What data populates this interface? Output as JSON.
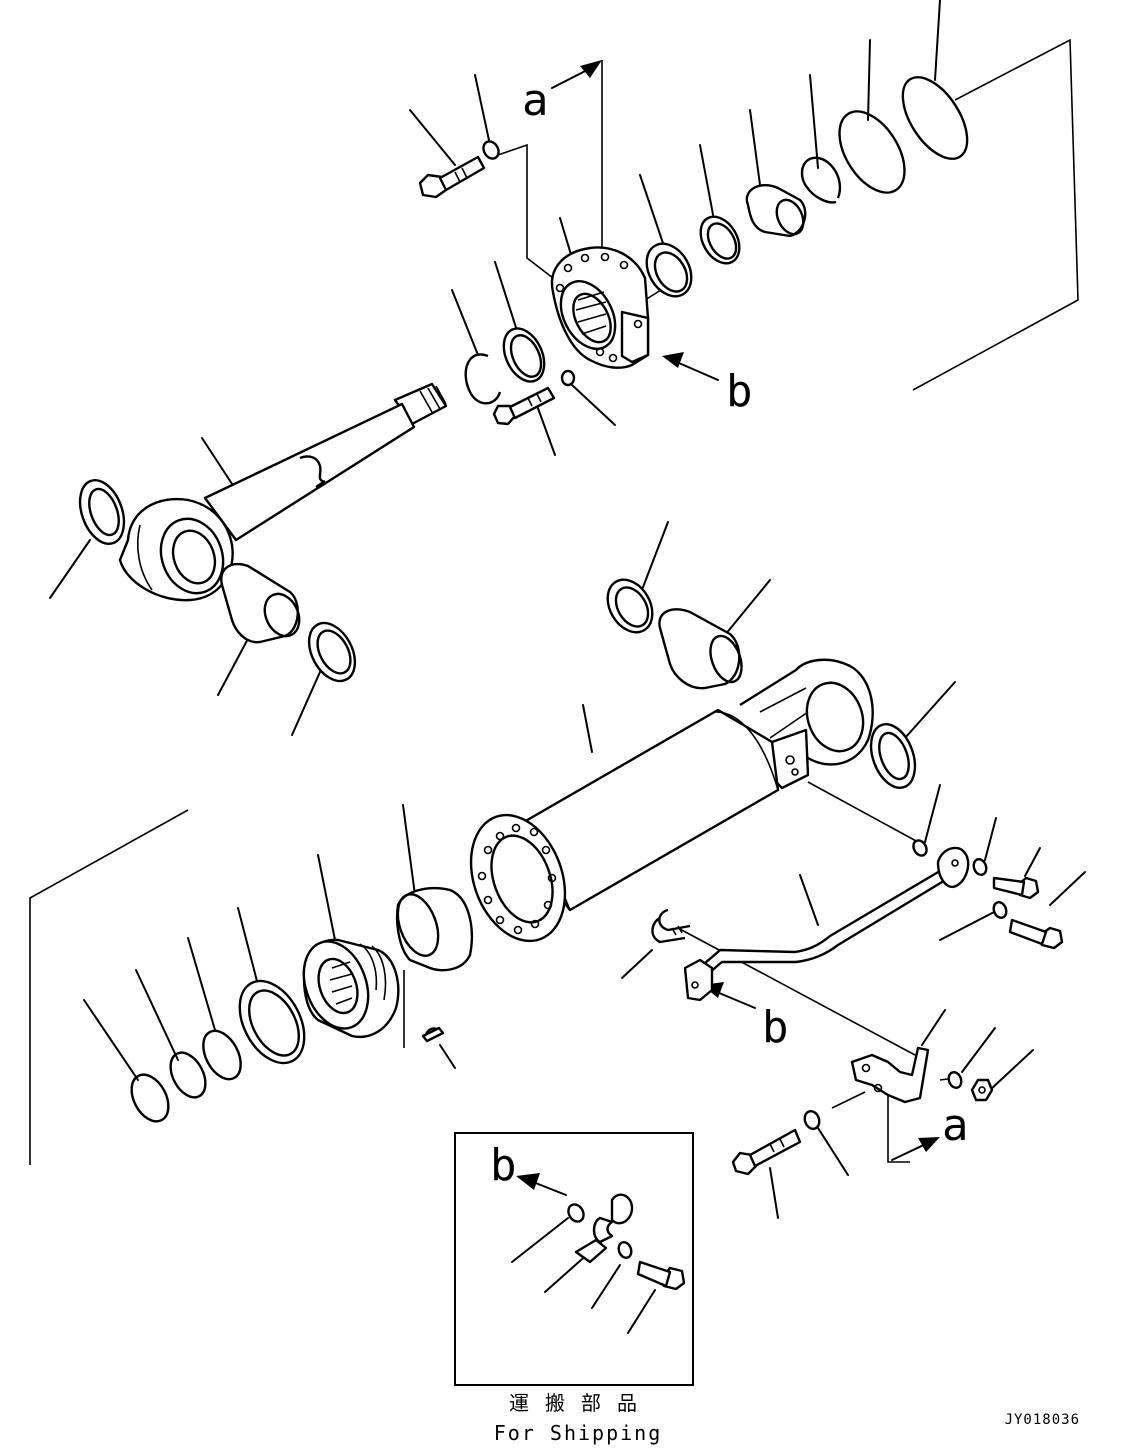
{
  "arrow_labels": {
    "a_top": "a",
    "b_head": "b",
    "b_tube": "b",
    "a_bracket": "a",
    "b_inset": "b"
  },
  "inset": {
    "caption_jp": "運 搬 部 品",
    "caption_en": "For Shipping"
  },
  "drawing_code": "JY018036"
}
